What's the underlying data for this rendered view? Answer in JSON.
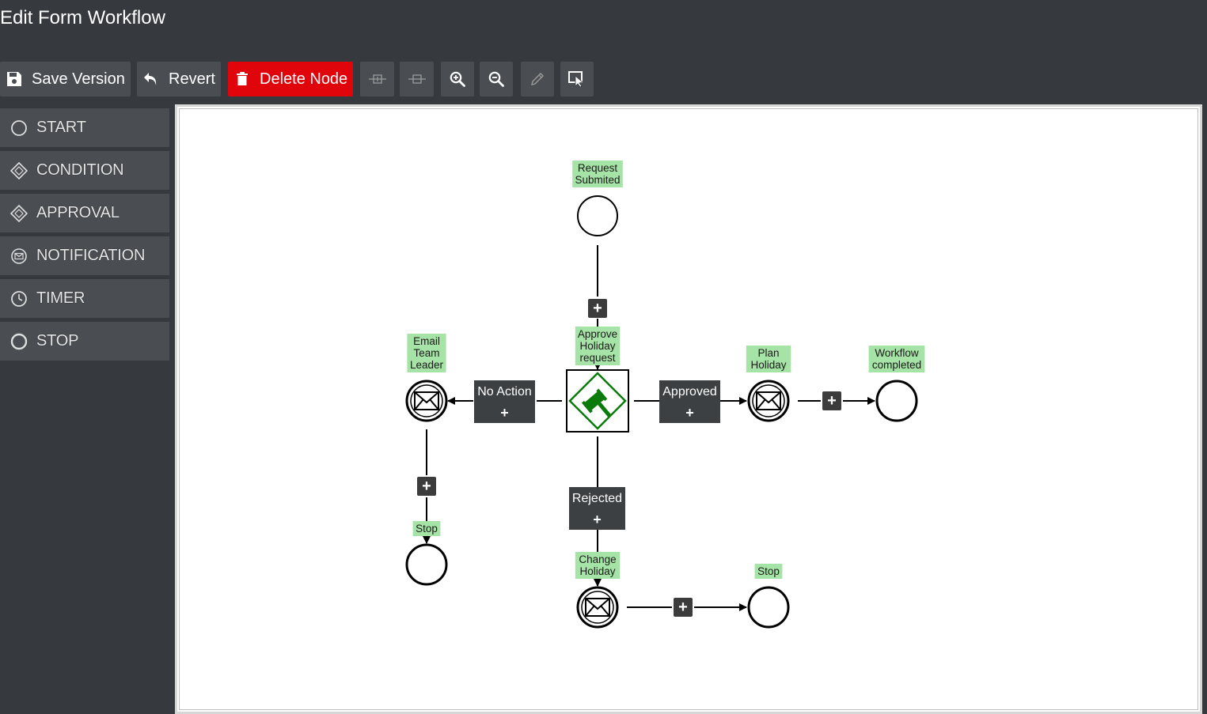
{
  "page": {
    "title": "Edit Form Workflow"
  },
  "toolbar": {
    "save_label": "Save Version",
    "revert_label": "Revert",
    "delete_label": "Delete Node",
    "delete_color": "#e0040b",
    "icons": [
      "save-icon",
      "undo-icon",
      "trash-icon",
      "expand-horizontal-icon",
      "collapse-horizontal-icon",
      "zoom-in-icon",
      "zoom-out-icon",
      "pencil-icon",
      "select-pointer-icon"
    ]
  },
  "sidebar": {
    "items": [
      {
        "label": "START",
        "icon": "circle-icon"
      },
      {
        "label": "CONDITION",
        "icon": "diamond-icon"
      },
      {
        "label": "APPROVAL",
        "icon": "diamond-icon"
      },
      {
        "label": "NOTIFICATION",
        "icon": "envelope-icon"
      },
      {
        "label": "TIMER",
        "icon": "clock-icon"
      },
      {
        "label": "STOP",
        "icon": "circle-icon"
      }
    ]
  },
  "workflow": {
    "label_color": "#a6e3a6",
    "nodes": {
      "request_submitted": {
        "type": "start",
        "label": [
          "Request",
          "Submited"
        ]
      },
      "approve_holiday": {
        "type": "approval",
        "label": [
          "Approve",
          "Holiday",
          "request"
        ]
      },
      "email_team_leader": {
        "type": "notification",
        "label": [
          "Email",
          "Team",
          "Leader"
        ]
      },
      "stop_left": {
        "type": "stop",
        "label": [
          "Stop"
        ]
      },
      "plan_holiday": {
        "type": "notification",
        "label": [
          "Plan",
          "Holiday"
        ]
      },
      "workflow_completed": {
        "type": "stop",
        "label": [
          "Workflow",
          "completed"
        ]
      },
      "change_holiday": {
        "type": "notification",
        "label": [
          "Change",
          "Holiday"
        ]
      },
      "stop_bottom": {
        "type": "stop",
        "label": [
          "Stop"
        ]
      }
    },
    "edge_labels": {
      "no_action": "No Action",
      "approved": "Approved",
      "rejected": "Rejected"
    },
    "add_symbol": "+"
  }
}
